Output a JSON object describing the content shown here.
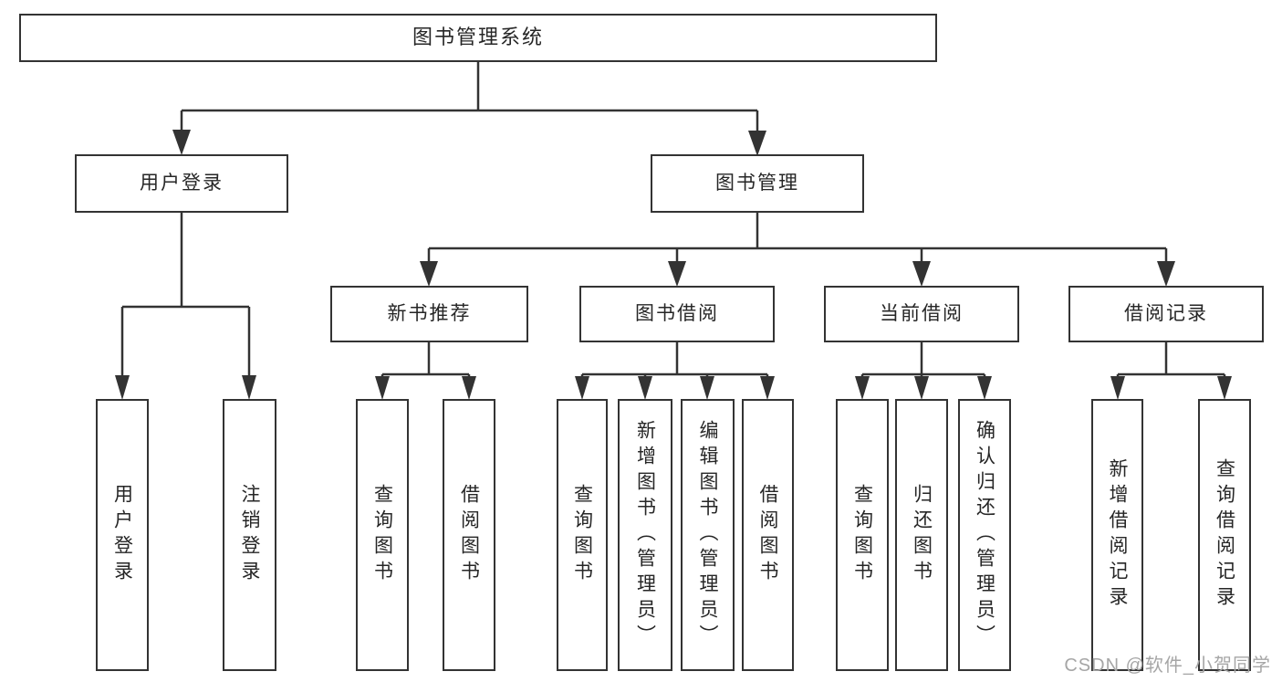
{
  "diagram": {
    "title": "图书管理系统",
    "tree": {
      "root": {
        "label": "图书管理系统"
      },
      "branches": [
        {
          "label": "用户登录",
          "children": [
            {
              "label": "用户登录"
            },
            {
              "label": "注销登录"
            }
          ]
        },
        {
          "label": "图书管理",
          "children": [
            {
              "label": "新书推荐",
              "children": [
                {
                  "label": "查询图书"
                },
                {
                  "label": "借阅图书"
                }
              ]
            },
            {
              "label": "图书借阅",
              "children": [
                {
                  "label": "查询图书"
                },
                {
                  "label": "新增图书（管理员）"
                },
                {
                  "label": "编辑图书（管理员）"
                },
                {
                  "label": "借阅图书"
                }
              ]
            },
            {
              "label": "当前借阅",
              "children": [
                {
                  "label": "查询图书"
                },
                {
                  "label": "归还图书"
                },
                {
                  "label": "确认归还（管理员）"
                }
              ]
            },
            {
              "label": "借阅记录",
              "children": [
                {
                  "label": "新增借阅记录"
                },
                {
                  "label": "查询借阅记录"
                }
              ]
            }
          ]
        }
      ]
    },
    "colors": {
      "line": "#333333",
      "text": "#262626",
      "background": "#ffffff",
      "watermark": "#a6a6a6"
    },
    "watermark": "CSDN @软件_小贺同学"
  }
}
